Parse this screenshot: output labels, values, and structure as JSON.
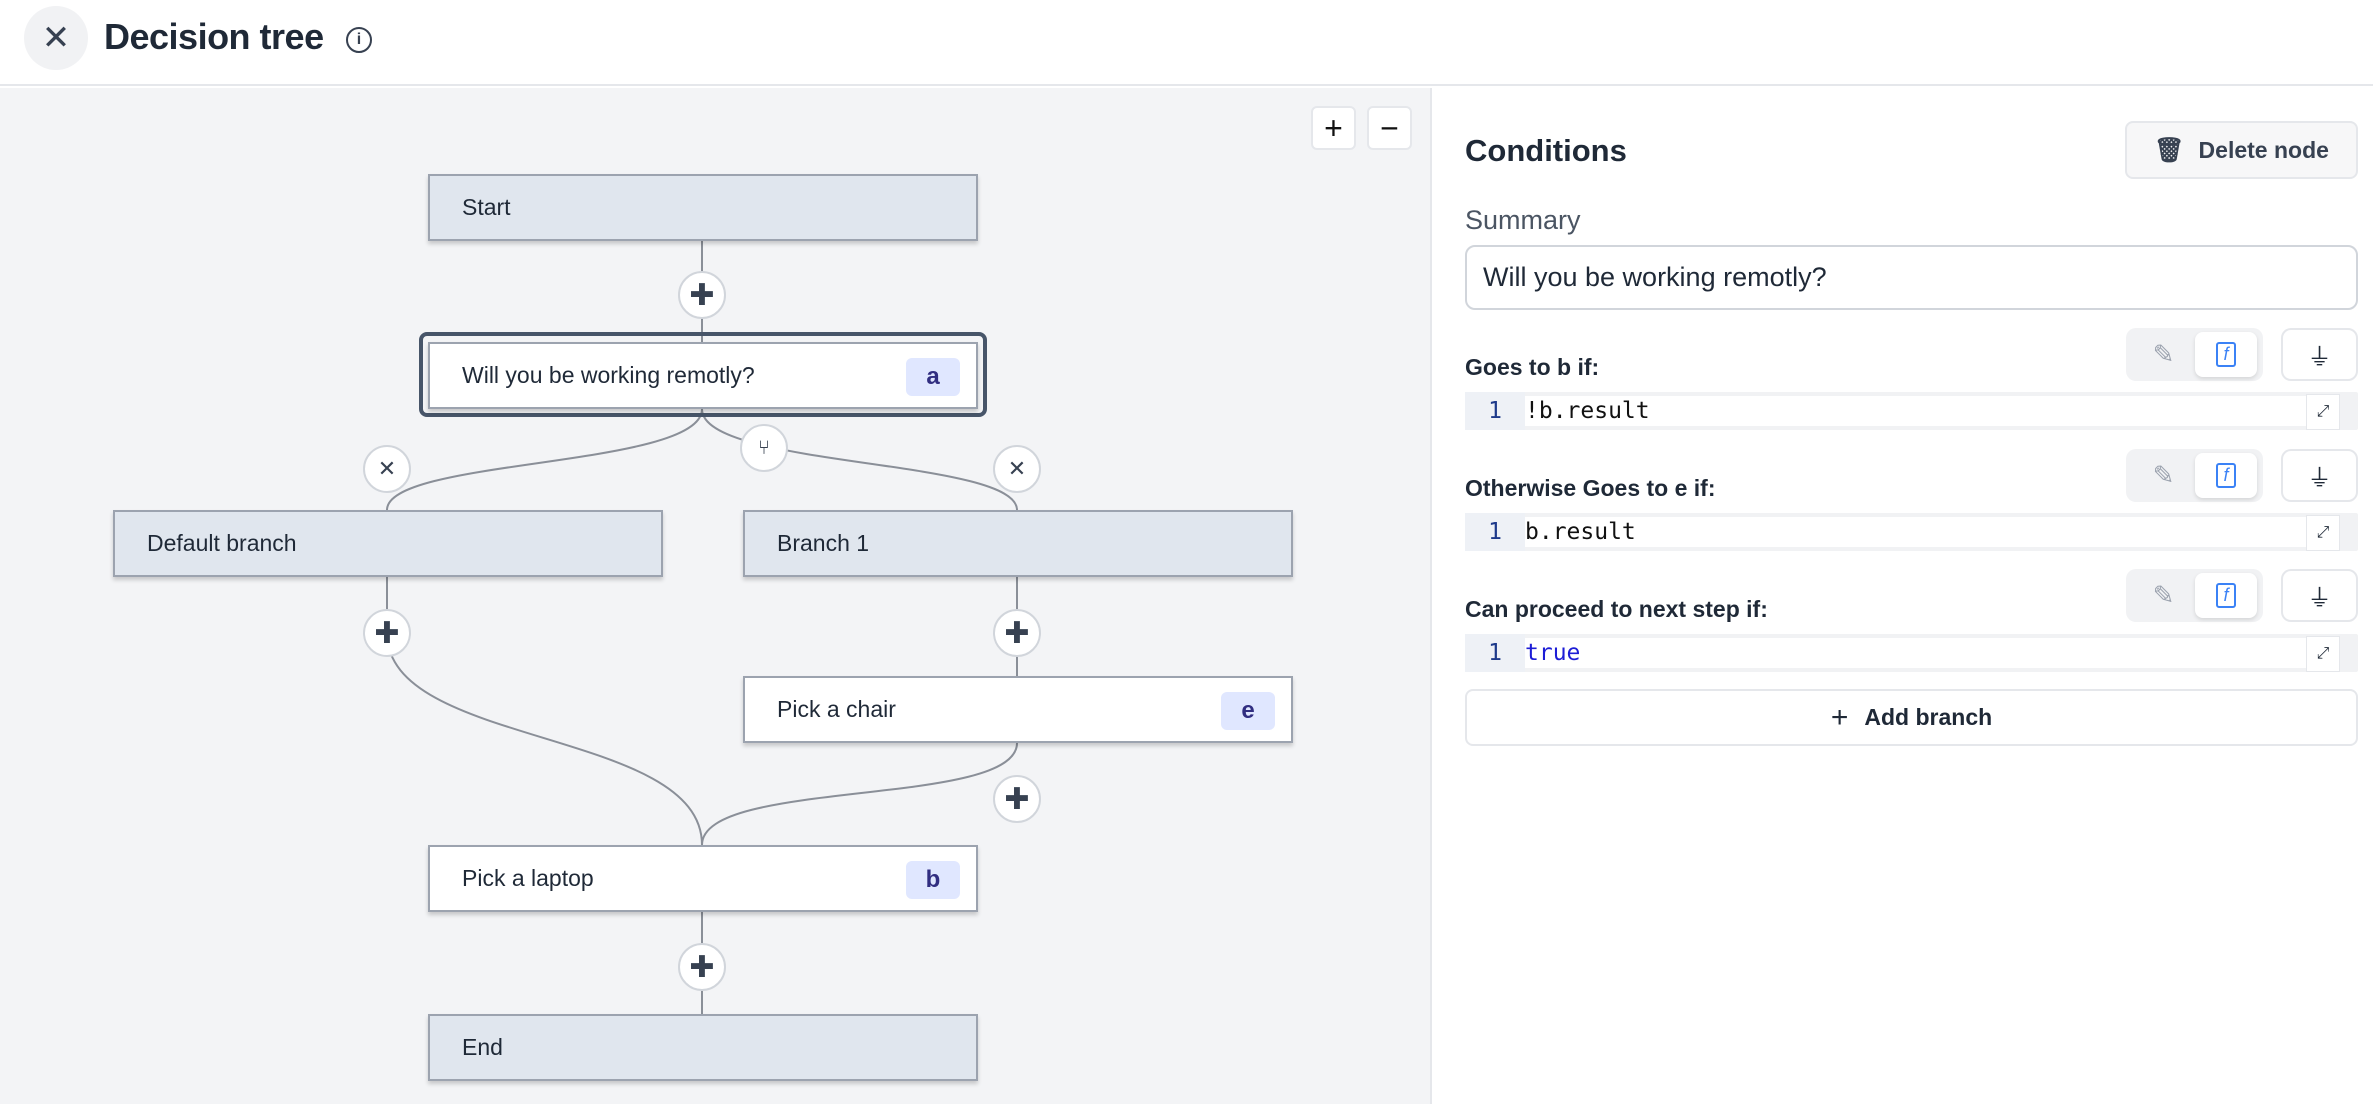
{
  "header": {
    "title": "Decision tree",
    "close_icon": "close-icon",
    "info_icon": "info-icon"
  },
  "canvas": {
    "zoom_in": "+",
    "zoom_out": "−",
    "nodes": {
      "start": {
        "label": "Start"
      },
      "question": {
        "label": "Will you be working remotly?",
        "badge": "a"
      },
      "default_branch": {
        "label": "Default branch"
      },
      "branch1": {
        "label": "Branch 1"
      },
      "chair": {
        "label": "Pick a chair",
        "badge": "e"
      },
      "laptop": {
        "label": "Pick a laptop",
        "badge": "b"
      },
      "end": {
        "label": "End"
      }
    }
  },
  "panel": {
    "title": "Conditions",
    "delete_label": "Delete node",
    "summary_label": "Summary",
    "summary_value": "Will you be working remotly?",
    "conditions": [
      {
        "label": "Goes to b if:",
        "line": "1",
        "code": "!b.result"
      },
      {
        "label": "Otherwise Goes to e if:",
        "line": "1",
        "code": "b.result"
      },
      {
        "label": "Can proceed to next step if:",
        "line": "1",
        "code": "true"
      }
    ],
    "add_branch_label": "Add branch",
    "colors": {
      "keyword": "#1d1dd6",
      "accent": "#3b82f6"
    }
  }
}
